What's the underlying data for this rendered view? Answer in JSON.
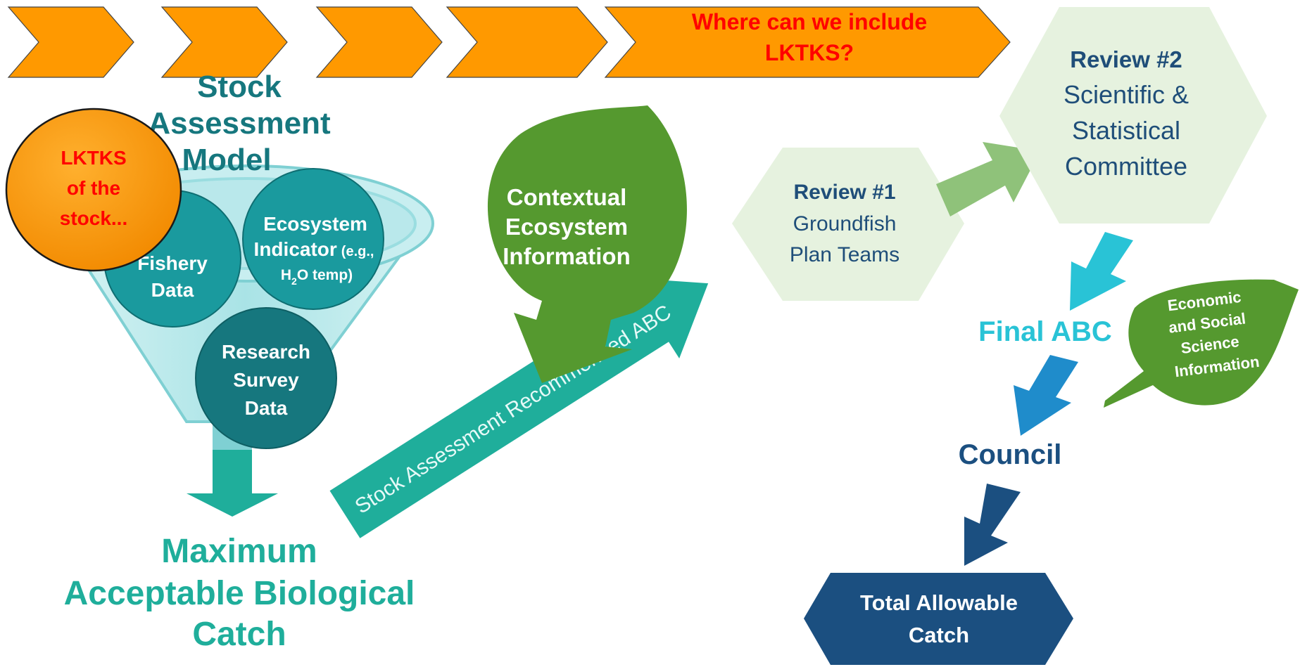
{
  "banner": {
    "question_line1": "Where can we include",
    "question_line2": "LKTKS?"
  },
  "model": {
    "title_line1": "Stock",
    "title_line2": "Assessment",
    "title_line3": "Model",
    "lktks_line1": "LKTKS",
    "lktks_line2": "of the",
    "lktks_line3": "stock...",
    "fishery_line1": "Fishery",
    "fishery_line2": "Data",
    "ecosystem_line1": "Ecosystem",
    "ecosystem_line2": "Indicator",
    "ecosystem_eg": "(e.g.,",
    "ecosystem_h": "H",
    "ecosystem_sub": "2",
    "ecosystem_rest": "O temp)",
    "survey_line1": "Research",
    "survey_line2": "Survey",
    "survey_line3": "Data"
  },
  "max_abc": {
    "line1": "Maximum",
    "line2": "Acceptable Biological",
    "line3": "Catch"
  },
  "recommended_arrow_label": "Stock Assessment Recommended ABC",
  "contextual": {
    "line1": "Contextual",
    "line2": "Ecosystem",
    "line3": "Information"
  },
  "review1": {
    "title": "Review #1",
    "line1": "Groundfish",
    "line2": "Plan Teams"
  },
  "review2": {
    "title": "Review #2",
    "line1": "Scientific &",
    "line2": "Statistical",
    "line3": "Committee"
  },
  "final_abc": "Final ABC",
  "economic": {
    "line1": "Economic",
    "line2": "and Social",
    "line3": "Science",
    "line4": "Information"
  },
  "council": "Council",
  "tac": {
    "line1": "Total Allowable",
    "line2": "Catch"
  },
  "colors": {
    "orange": "#FF9900",
    "red_text": "#FF0000",
    "teal": "#1A9A9E",
    "teal_dark": "#16777E",
    "green": "#55992F",
    "mint": "#E6F2DF",
    "review_text": "#1F4E79",
    "cyan": "#29C3D6",
    "blue": "#1F8CCB",
    "navy": "#1B4F80",
    "sea_green": "#1FAE9B"
  }
}
